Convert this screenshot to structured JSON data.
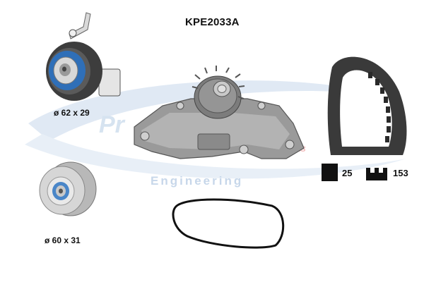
{
  "product": {
    "code": "KPE2033A"
  },
  "watermark": {
    "brand_text": "Pro…",
    "sub_text": "Engineering",
    "colors": {
      "blue": "#c8d8ec",
      "red": "#f3b8b8"
    }
  },
  "components": {
    "tensioner": {
      "icon": "tensioner-pulley-icon",
      "dimension": "ø 62 x 29"
    },
    "idler": {
      "icon": "idler-pulley-icon",
      "dimension": "ø 60 x 31"
    },
    "water_pump": {
      "icon": "water-pump-icon"
    },
    "o_ring": {
      "icon": "o-ring-gasket-icon"
    },
    "belt": {
      "icon": "timing-belt-icon",
      "width": "25",
      "teeth": "153"
    }
  }
}
